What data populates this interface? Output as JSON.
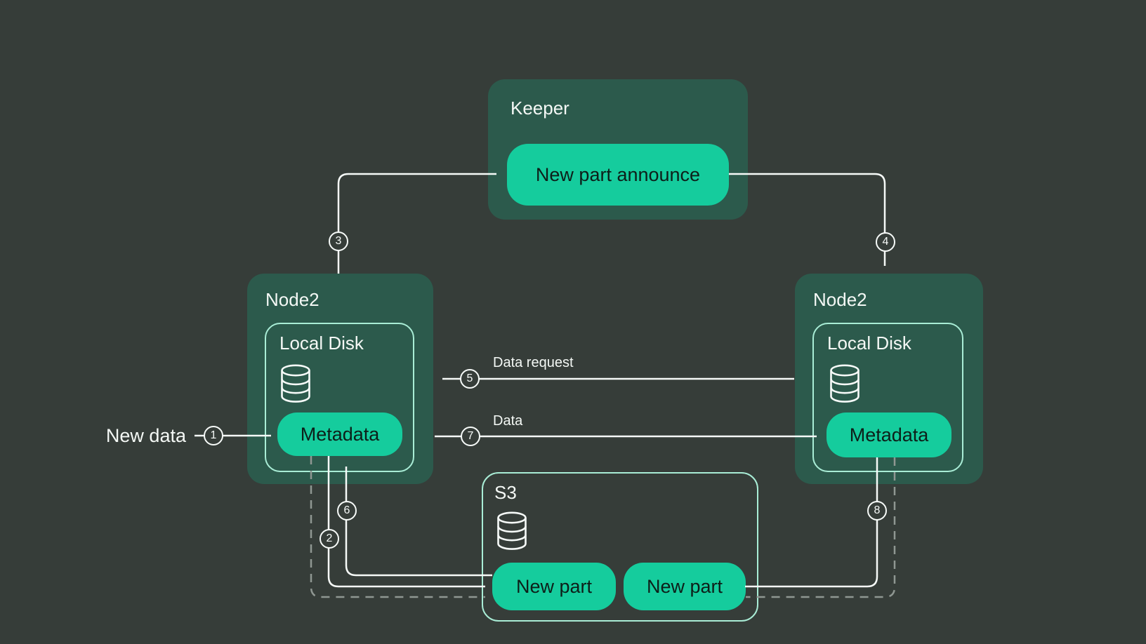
{
  "colors": {
    "background": "#363D39",
    "panel_fill": "#2C5A4C",
    "accent_green": "#15CC9D",
    "mint_border": "#A9EDD6",
    "wire_white": "#F6FAF8",
    "wire_gray": "#8F9792",
    "chip_text": "#0D1F19",
    "title_text": "#F4F8F5"
  },
  "keeper": {
    "title": "Keeper",
    "item_label": "New part announce"
  },
  "node_left": {
    "title": "Node2",
    "disk": {
      "title": "Local Disk",
      "icon": "database-icon",
      "item_label": "Metadata"
    }
  },
  "node_right": {
    "title": "Node2",
    "disk": {
      "title": "Local Disk",
      "icon": "database-icon",
      "item_label": "Metadata"
    }
  },
  "s3": {
    "title": "S3",
    "icon": "database-icon",
    "items": [
      "New part",
      "New part"
    ]
  },
  "flow_labels": {
    "new_data": "New data",
    "data_request": "Data request",
    "data": "Data"
  },
  "step_badges": [
    "1",
    "2",
    "3",
    "4",
    "5",
    "6",
    "7",
    "8"
  ]
}
